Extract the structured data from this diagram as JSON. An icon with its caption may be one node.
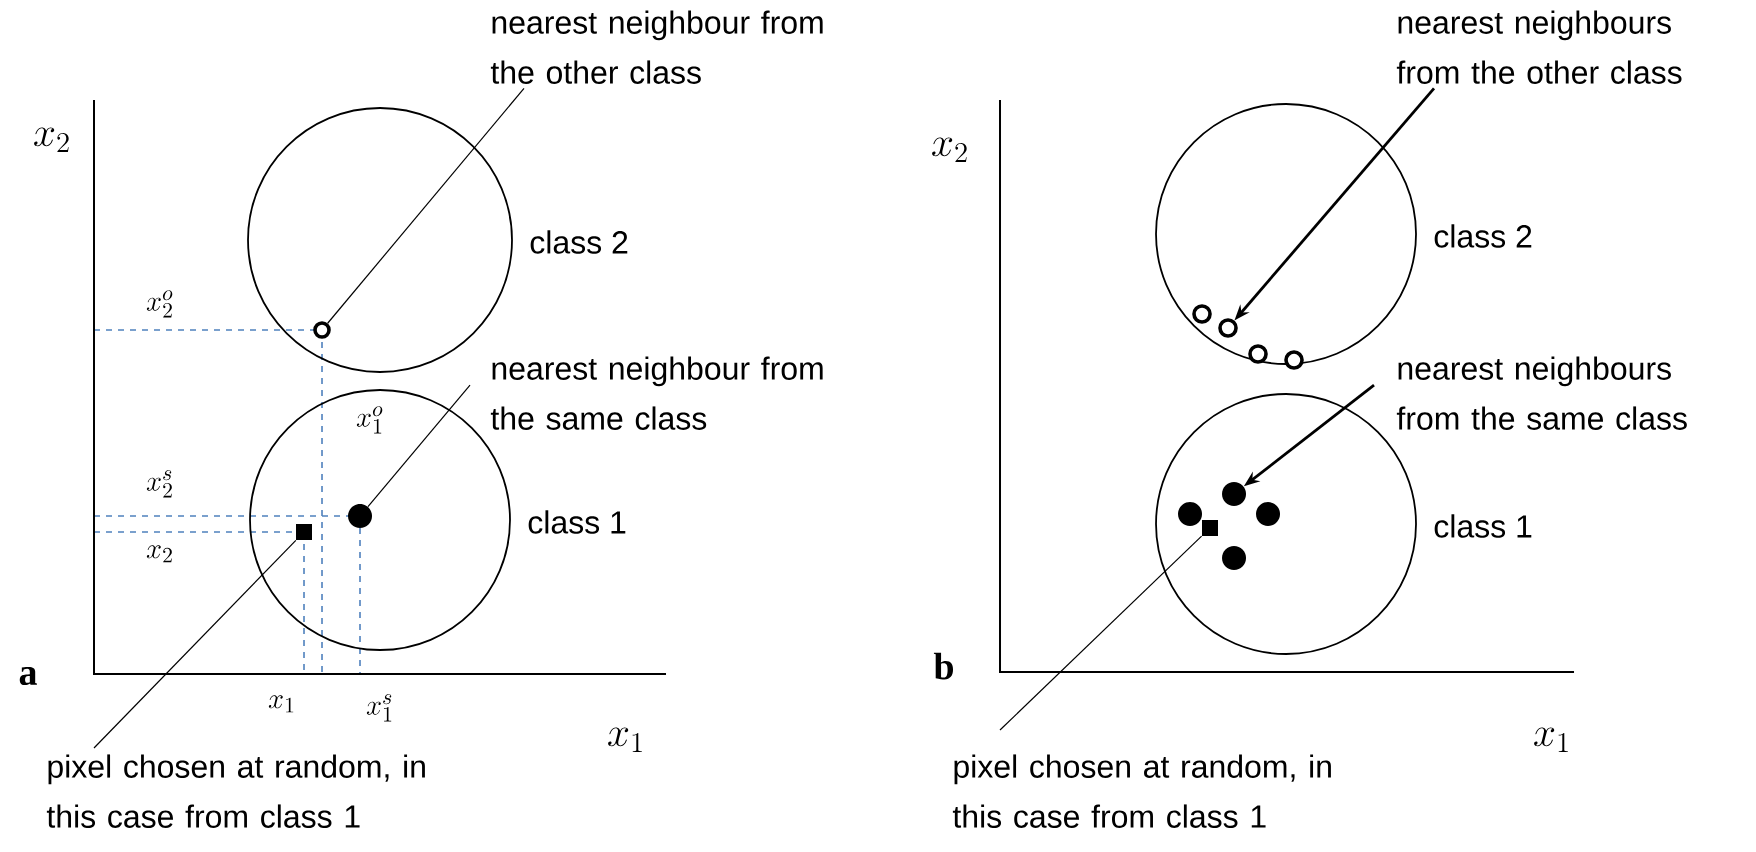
{
  "diagram": {
    "nodes": [
      {
        "text": [
          "nearest neighbour from the other class"
        ]
      },
      {
        "text": [],
        "shape": "circle",
        "beside": [
          "class 2"
        ]
      },
      {
        "text": [],
        "shape": "circle",
        "in": 1
      },
      {
        "text": [
          "nearest neighbour from the same class"
        ]
      },
      {
        "text": [],
        "shape": "circle",
        "beside": [
          "class 1"
        ]
      },
      {
        "text": [],
        "shape": "circle",
        "in": 4
      },
      {
        "text": [],
        "shape": "box",
        "in": 4
      },
      {
        "text": [
          "pixel chosen at random, in this case from class 1"
        ]
      },
      {
        "text": [
          "nearest neighbours from the other class"
        ]
      },
      {
        "text": [],
        "shape": "circle",
        "beside": [
          "class 2"
        ]
      },
      {
        "text": [],
        "shape": "circle",
        "in": 9
      },
      {
        "text": [],
        "shape": "circle",
        "in": 9
      },
      {
        "text": [],
        "shape": "circle",
        "in": 9
      },
      {
        "text": [],
        "shape": "circle",
        "in": 9
      },
      {
        "text": [
          "nearest neighbours from the same class"
        ]
      },
      {
        "text": [],
        "shape": "circle",
        "beside": [
          "class 1"
        ]
      },
      {
        "text": [],
        "shape": "circle",
        "in": 15
      },
      {
        "text": [],
        "shape": "circle",
        "in": 15
      },
      {
        "text": [],
        "shape": "circle",
        "in": 15
      },
      {
        "text": [],
        "shape": "circle",
        "in": 15
      },
      {
        "text": [],
        "shape": "box",
        "in": 15
      },
      {
        "text": [
          "pixel chosen at random, in this case from class 1"
        ]
      }
    ],
    "edges": [
      {
        "from": 0,
        "to": 2,
        "arrow": "none"
      },
      {
        "from": 3,
        "to": 5,
        "arrow": "none"
      },
      {
        "from": 7,
        "to": 6,
        "arrow": "none"
      },
      {
        "from": 8,
        "to": 11,
        "arrow": "to"
      },
      {
        "from": 14,
        "to": 17,
        "arrow": "to"
      },
      {
        "from": 21,
        "to": 20,
        "arrow": "none"
      }
    ],
    "labels": [
      "x_2",
      "x_2^o",
      "x_1^o",
      "x_2^s",
      "x_2",
      "a",
      "x_1",
      "x_1^s",
      "x_1",
      "x_2",
      "b",
      "x_1"
    ]
  }
}
